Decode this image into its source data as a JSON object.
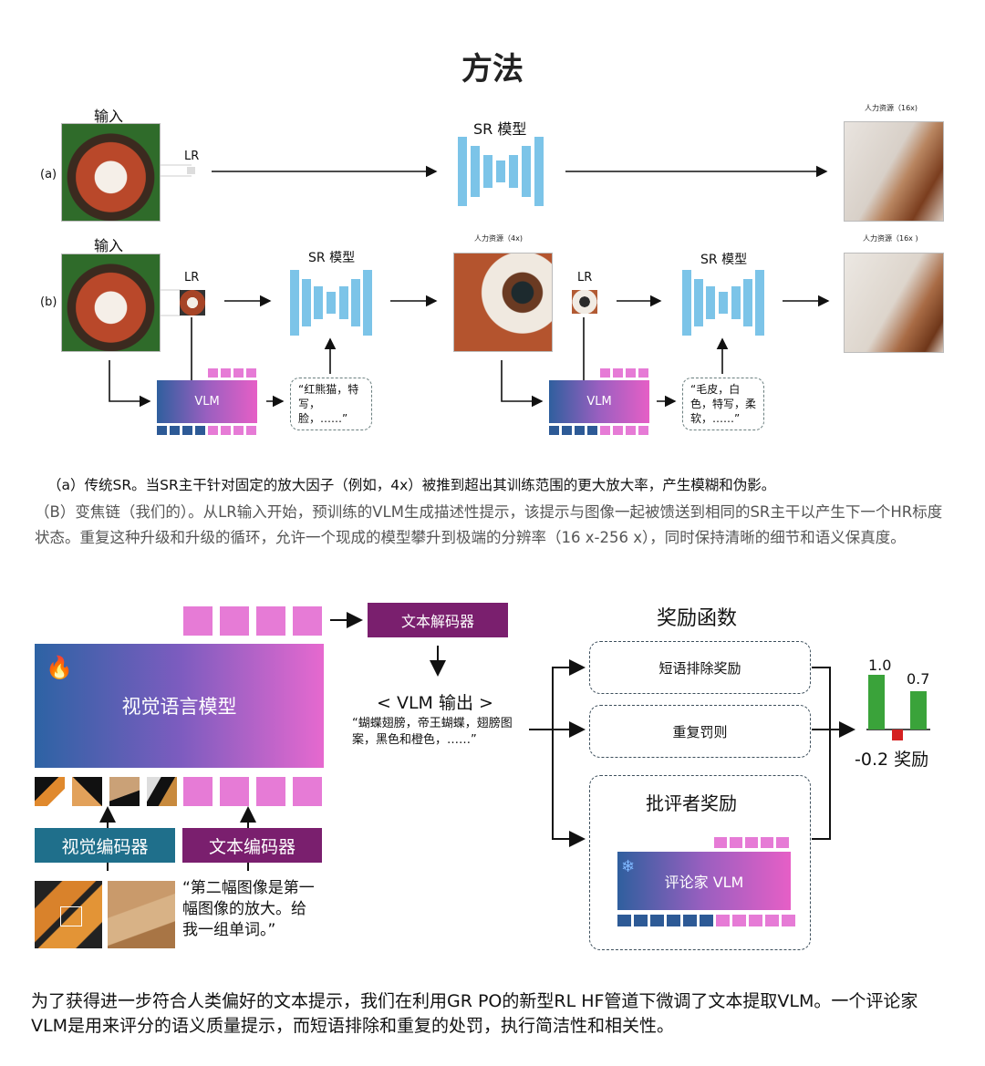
{
  "title": "方法",
  "panel_a": {
    "row_label": "(a)",
    "input_label": "输入",
    "lr_label": "LR",
    "sr_label": "SR 模型",
    "output_label": "人力资源（16x)"
  },
  "panel_b": {
    "row_label": "(b)",
    "input_label": "输入",
    "lr_label_1": "LR",
    "sr_label_1": "SR 模型",
    "mid_label": "人力资源（4x)",
    "lr_label_2": "LR",
    "sr_label_2": "SR 模型",
    "output_label": "人力资源（16x )",
    "vlm_label_1": "VLM",
    "vlm_label_2": "VLM",
    "prompt_1": "“红熊猫，特写，脸，……”",
    "prompt_2": "“毛皮，白色，特写，柔软，……”"
  },
  "caption_a": "（a）传统SR。当SR主干针对固定的放大因子（例如，4x）被推到超出其训练范围的更大放大率，产生模糊和伪影。",
  "caption_b": "（B）变焦链（我们的）。从LR输入开始，预训练的VLM生成描述性提示，该提示与图像一起被馈送到相同的SR主干以产生下一个HR标度状态。重复这种升级和升级的循环，允许一个现成的模型攀升到极端的分辨率（16 x-256 x），同时保持清晰的细节和语义保真度。",
  "lower": {
    "vlm_big": "视觉语言模型",
    "vision_encoder": "视觉编码器",
    "text_encoder": "文本编码器",
    "text_decoder": "文本解码器",
    "vlm_output_title": "< VLM 输出 >",
    "vlm_output_text": "“蝴蝶翅膀，帝王蝴蝶，翅膀图案，黑色和橙色，……”",
    "user_prompt": "“第二幅图像是第一幅图像的放大。给我一组单词。”",
    "reward_title": "奖励函数",
    "reward_1": "短语排除奖励",
    "reward_2": "重复罚则",
    "critic_title": "批评者奖励",
    "critic_vlm": "评论家 VLM",
    "bar_labels": [
      "1.0",
      "0.7",
      "-0.2 奖励"
    ]
  },
  "chart_data": {
    "type": "bar",
    "values": [
      1.0,
      0.7,
      -0.2
    ],
    "colors": [
      "#3aa33a",
      "#3aa33a",
      "#d42020"
    ]
  },
  "footer": "为了获得进一步符合人类偏好的文本提示，我们在利用GR PO的新型RL HF管道下微调了文本提取VLM。一个评论家VLM是用来评分的语义质量提示，而短语排除和重复的处罚，执行简洁性和相关性。",
  "colors": {
    "sr_model": "#7cc4e8",
    "vlm_pink": "#e67bd6",
    "encoder_blue": "#1f6f8b",
    "encoder_purple": "#7a1f6e",
    "decoder_purple": "#7a1f6e"
  }
}
